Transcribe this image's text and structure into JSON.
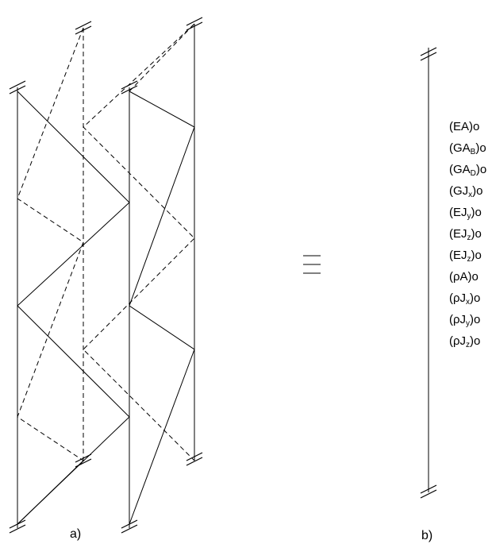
{
  "figure": {
    "caption_a": "a)",
    "caption_b": "b)",
    "equivalence_symbol": "≡",
    "properties": [
      {
        "main": "(EA)",
        "sub": "",
        "end": "o"
      },
      {
        "main": "(GA",
        "sub": "B",
        "end": ")o"
      },
      {
        "main": "(GA",
        "sub": "D",
        "end": ")o"
      },
      {
        "main": "(GJ",
        "sub": "x",
        "end": ")o"
      },
      {
        "main": "(EJ",
        "sub": "y",
        "end": ")o"
      },
      {
        "main": "(EJ",
        "sub": "z",
        "end": ")o"
      },
      {
        "main": "(EJ",
        "sub": "z",
        "end": ")o"
      },
      {
        "main": "(ρA)",
        "sub": "",
        "end": "o"
      },
      {
        "main": "(ρJ",
        "sub": "x",
        "end": ")o"
      },
      {
        "main": "(ρJ",
        "sub": "y",
        "end": ")o"
      },
      {
        "main": "(ρJ",
        "sub": "z",
        "end": ")o"
      }
    ]
  }
}
